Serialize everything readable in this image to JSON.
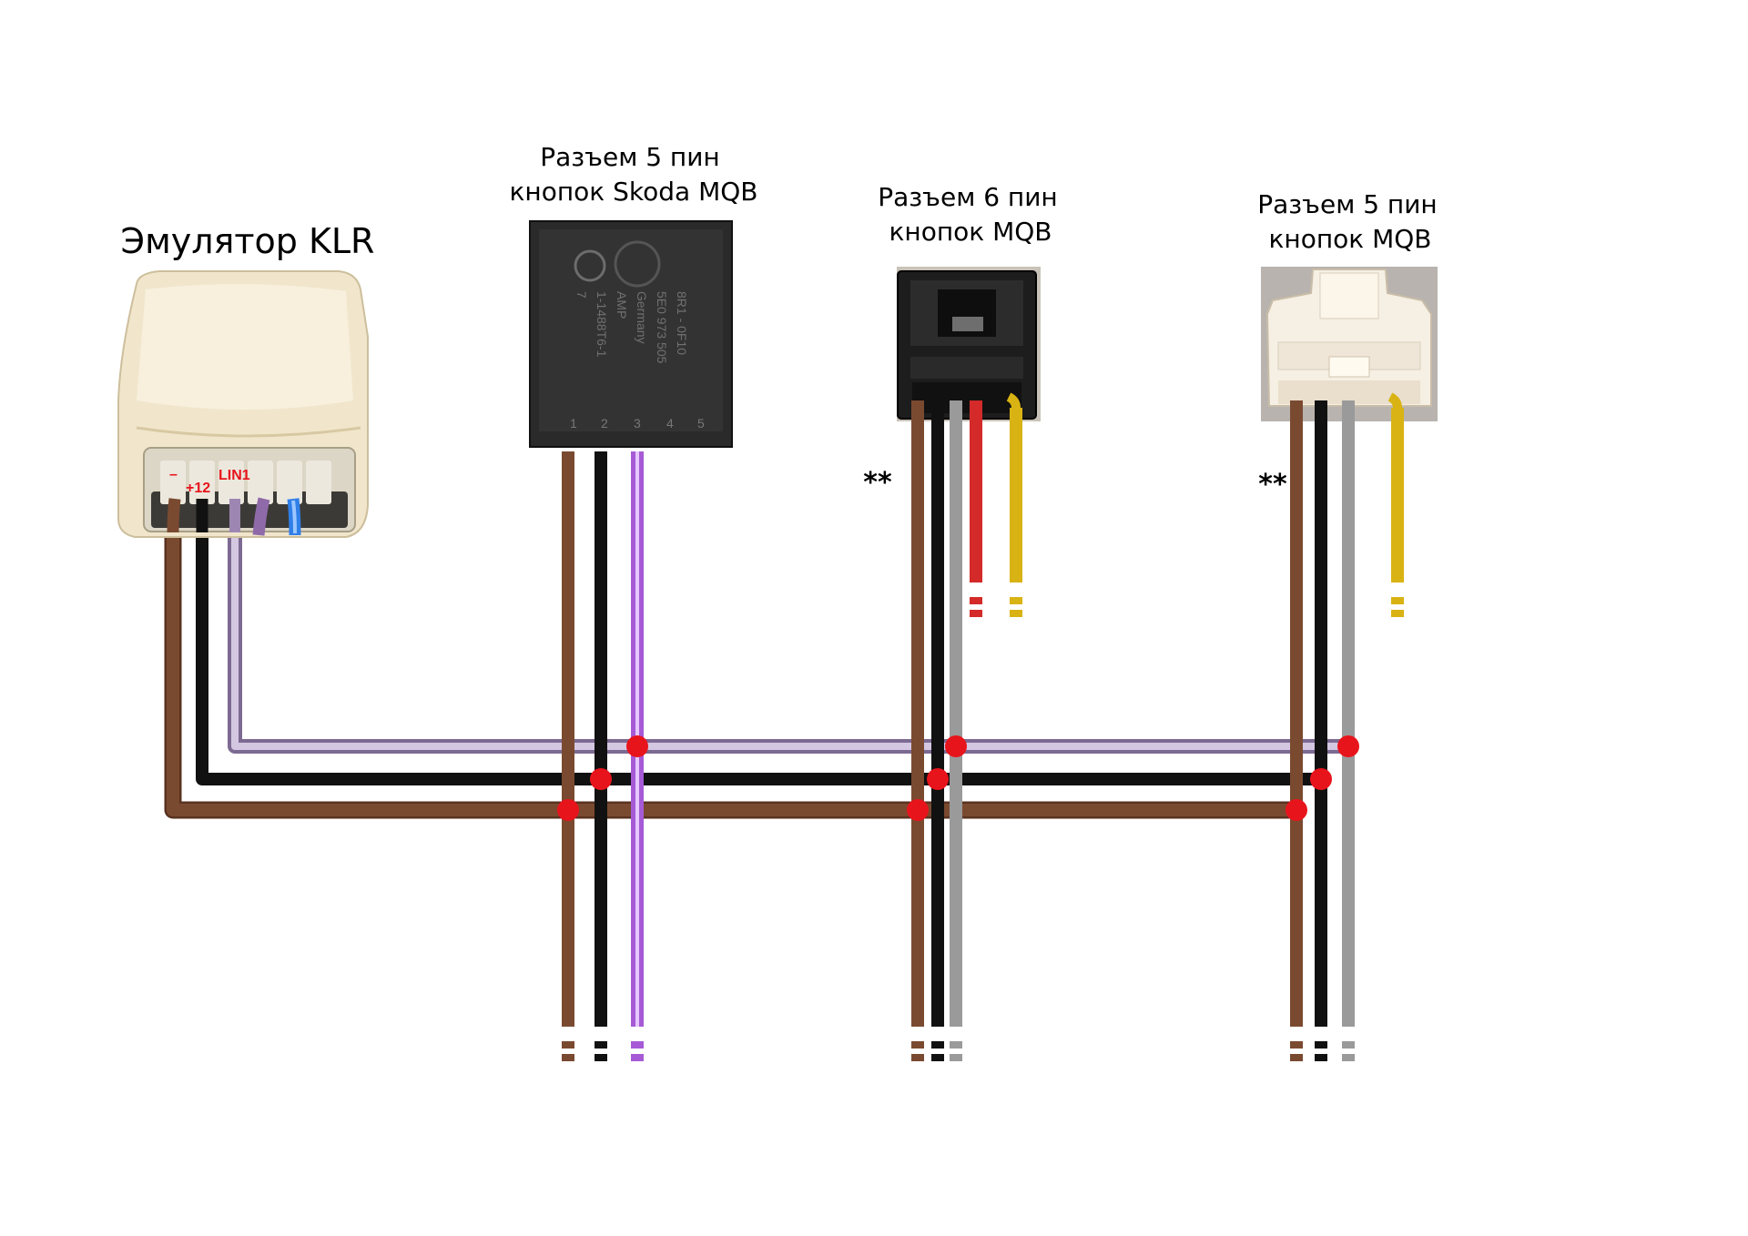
{
  "emulator": {
    "title": "Эмулятор KLR",
    "pins": {
      "minus": "–",
      "plus12": "+12",
      "lin1": "LIN1"
    }
  },
  "connector_skoda": {
    "title_line1": "Разъем 5 пин",
    "title_line2": "кнопок Skoda MQB",
    "marking": {
      "line1": "8R1 - 0F10",
      "line2": "5E0 973 505",
      "line3": "Germany",
      "line4": "AMP",
      "line5": "1-1488T6-1",
      "line6": "7"
    },
    "pin_numbers": [
      "1",
      "2",
      "3",
      "4",
      "5"
    ]
  },
  "connector_6pin": {
    "title_line1": "Разъем 6 пин",
    "title_line2": "кнопок MQB",
    "note": "**"
  },
  "connector_5pin": {
    "title_line1": "Разъем 5 пин",
    "title_line2": "кнопок MQB",
    "note": "**"
  },
  "wire_colors": {
    "brown": "#7a4a30",
    "black": "#111111",
    "purple": "#a65ad6",
    "lilac": "#9d86b2",
    "grey": "#9a9a9a",
    "red": "#d42a2a",
    "yellow": "#d9b313",
    "blue": "#2f7fe8",
    "junction": "#e8141c"
  }
}
